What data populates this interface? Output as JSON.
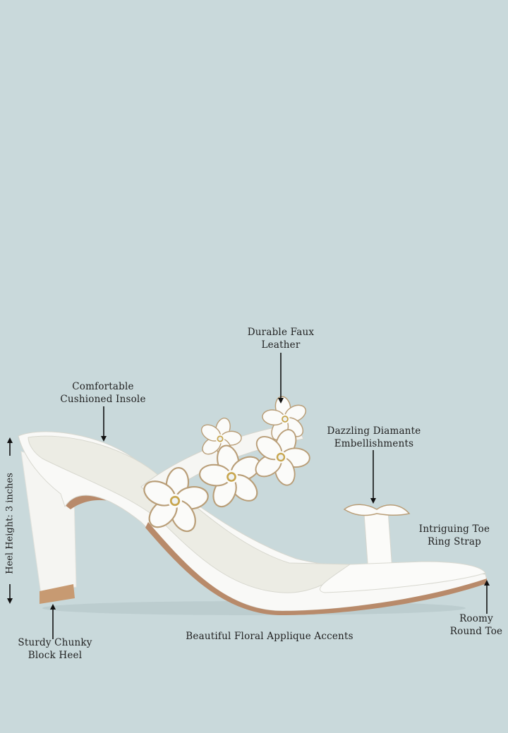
{
  "background_color": "#c9d9db",
  "product": {
    "description": "white floral appliqué toe-ring block heel sandal",
    "colors": {
      "upper": "#fbfbfa",
      "sole_edge": "#b88a6a",
      "heel_tip": "#c79a72",
      "insole": "#ecece4",
      "flower_edge": "#b99e78"
    }
  },
  "callouts": {
    "leather": {
      "line1": "Durable Faux",
      "line2": "Leather"
    },
    "insole": {
      "line1": "Comfortable",
      "line2": "Cushioned Insole"
    },
    "diamante": {
      "line1": "Dazzling Diamante",
      "line2": "Embellishments"
    },
    "toe_ring": {
      "line1": "Intriguing Toe",
      "line2": "Ring Strap"
    },
    "heel_height": {
      "text": "Heel Height: 3 inches"
    },
    "heel": {
      "line1": "Sturdy Chunky",
      "line2": "Block Heel"
    },
    "floral": {
      "text": "Beautiful Floral Applique Accents"
    },
    "toe": {
      "line1": "Roomy",
      "line2": "Round Toe"
    }
  }
}
